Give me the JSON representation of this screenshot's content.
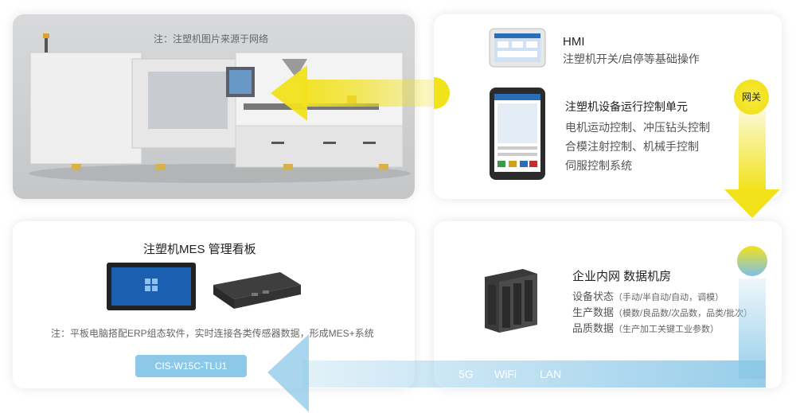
{
  "machine": {
    "note": "注：注塑机图片来源于网络"
  },
  "hmi": {
    "title": "HMI",
    "desc": "注塑机开关/启停等基础操作"
  },
  "controller": {
    "title": "注塑机设备运行控制单元",
    "lines": [
      "电机运动控制、冲压钻头控制",
      "合模注射控制、机械手控制",
      "伺服控制系统"
    ]
  },
  "gateway": {
    "label": "网关"
  },
  "datacenter": {
    "title": "企业内网 数据机房",
    "rows": [
      {
        "main": "设备状态",
        "sub": "（手动/半自动/自动，调模）"
      },
      {
        "main": "生产数据",
        "sub": "（模数/良品数/次品数，品类/批次）"
      },
      {
        "main": "品质数据",
        "sub": "（生产加工关键工业参数）"
      }
    ]
  },
  "network": {
    "labels": [
      "5G",
      "WiFi",
      "LAN"
    ]
  },
  "mes": {
    "title": "注塑机MES 管理看板",
    "note": "注：平板电脑搭配ERP组态软件，实时连接各类传感器数据，形成MES+系统",
    "model": "CIS-W15C-TLU1"
  },
  "colors": {
    "accent_yellow": "#f2e21a",
    "accent_blue": "#8cc8e8"
  }
}
